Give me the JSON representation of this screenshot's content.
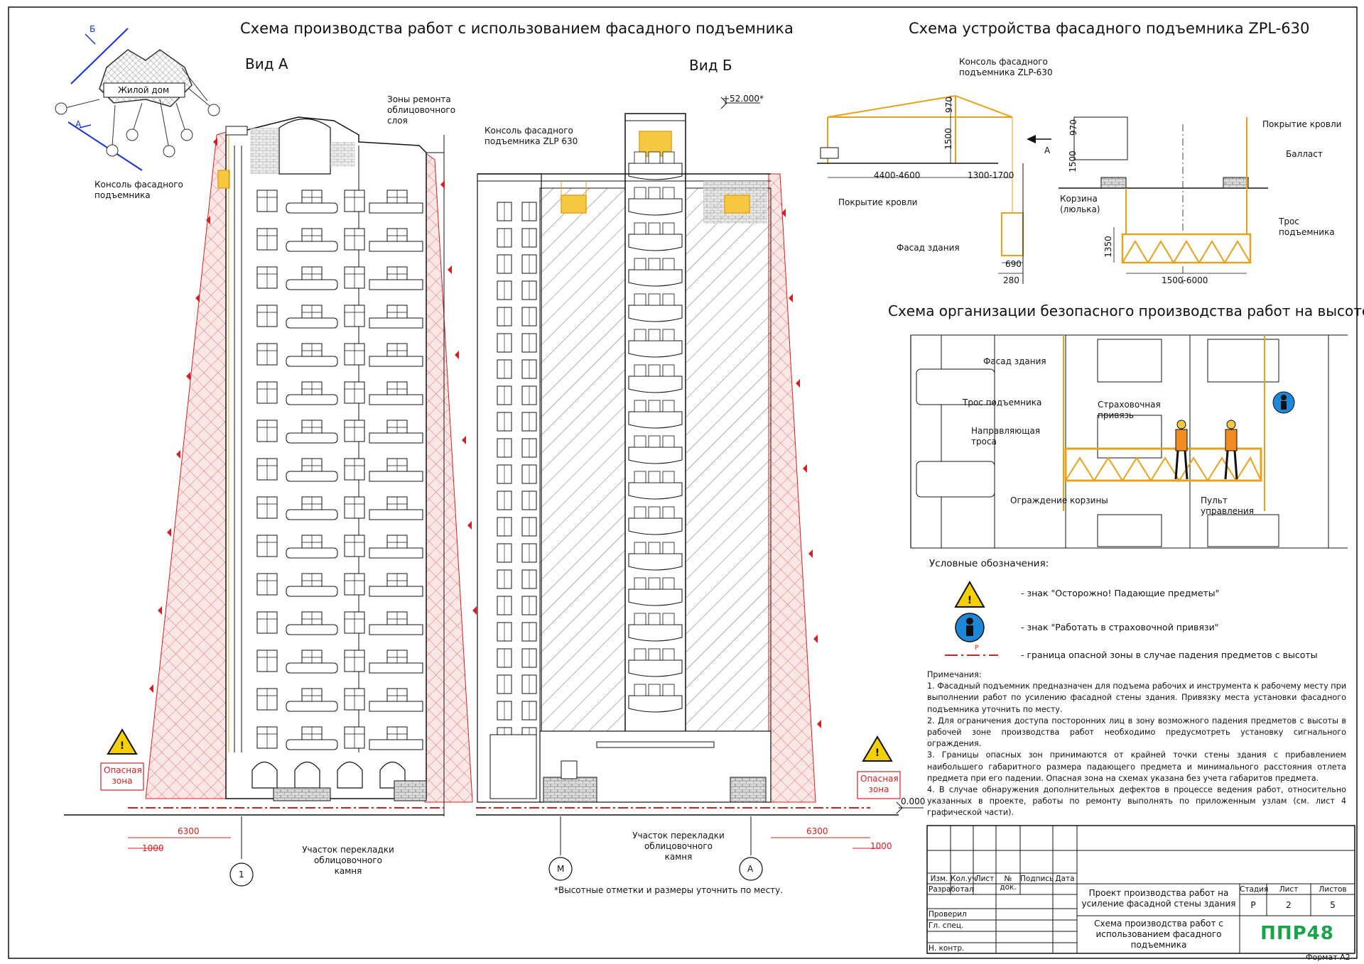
{
  "titles": {
    "main_left": "Схема производства работ с использованием фасадного подъемника",
    "main_right": "Схема устройства фасадного подъемника  ZPL-630",
    "safety": "Схема организации безопасного производства работ на высоте",
    "view_a": "Вид А",
    "view_b": "Вид Б"
  },
  "key_plan": {
    "building_label": "Жилой дом",
    "mark_a": "А",
    "mark_b": "Б"
  },
  "labels_left": {
    "repair_zones": "Зоны ремонта облицовочного слоя",
    "console_a": "Консоль фасадного подъемника",
    "console_b": "Консоль фасадного подъемника ZLP 630",
    "elevation_mark": "+52.000*",
    "zero_mark": "0.000",
    "danger_zone": "Опасная зона",
    "relay_stone": "Участок перекладки облицовочного камня",
    "dim_6300": "6300",
    "dim_1000": "1000",
    "axis_1": "1",
    "axis_m": "М",
    "axis_a": "А",
    "footnote": "*Высотные отметки и размеры уточнить по месту."
  },
  "device_scheme": {
    "console_label": "Консоль фасадного подъемника ZLP-630",
    "roof_cover": "Покрытие кровли",
    "facade": "Фасад здания",
    "dim_970": "970",
    "dim_1500": "1500",
    "dim_4400_4600": "4400-4600",
    "dim_1300_1700": "1300-1700",
    "dim_690": "690",
    "dim_280": "280",
    "arrow_a": "А",
    "roof_cover_2": "Покрытие кровли",
    "ballast": "Балласт",
    "basket": "Корзина (люлька)",
    "cable": "Трос подъемника",
    "dim_1350": "1350",
    "dim_1500_6000": "1500-6000"
  },
  "safety_scheme": {
    "facade": "Фасад здания",
    "cable": "Трос подъемника",
    "guide": "Направляющая троса",
    "harness": "Страховочная привязь",
    "fence": "Ограждение корзины",
    "console": "Пульт управления"
  },
  "legend": {
    "title": "Условные обозначения:",
    "falling": "- знак \"Осторожно! Падающие предметы\"",
    "harness": "- знак \"Работать в страховочной привязи\"",
    "boundary": "- граница опасной зоны в случае падения предметов с высоты",
    "boundary_mark": "Р"
  },
  "notes": {
    "title": "Примечания:",
    "items": [
      "1. Фасадный подъемник предназначен для подъема рабочих и инструмента к рабочему месту при выполнении работ по усилению фасадной стены здания. Привязку места установки фасадного подъемника уточнить по месту.",
      "2. Для ограничения доступа посторонних лиц в зону возможного падения предметов с высоты в рабочей зоне производства работ необходимо предусмотреть установку сигнального ограждения.",
      "3. Границы опасных зон принимаются от крайней точки стены здания с прибавлением наибольшего габаритного размера падающего предмета и минимального расстояния отлета предмета при его падении. Опасная зона на схемах указана без учета габаритов предмета.",
      "4. В случае обнаружения дополнительных дефектов в процессе ведения работ, относительно указанных в проекте, работы по ремонту выполнять по приложенным узлам (см. лист 4 графической части)."
    ]
  },
  "title_block": {
    "cols": [
      "Изм.",
      "Кол.уч",
      "Лист",
      "№ док.",
      "Подпись",
      "Дата"
    ],
    "rows": [
      "Разработал",
      "Проверил",
      "Гл. спец.",
      "Н. контр."
    ],
    "project": "Проект производства работ на усиление фасадной стены здания",
    "sheet_title": "Схема производства работ с использованием фасадного подъемника",
    "stage_h": "Стадия",
    "sheet_h": "Лист",
    "sheets_h": "Листов",
    "stage": "Р",
    "sheet": "2",
    "sheets": "5",
    "company": "ППР48",
    "format": "Формат А2"
  },
  "colors": {
    "danger": "#d62020",
    "equipment": "#e7a21b",
    "company": "#1aa34a",
    "sign_blue": "#1e88d8",
    "sign_yellow": "#f5d000"
  }
}
